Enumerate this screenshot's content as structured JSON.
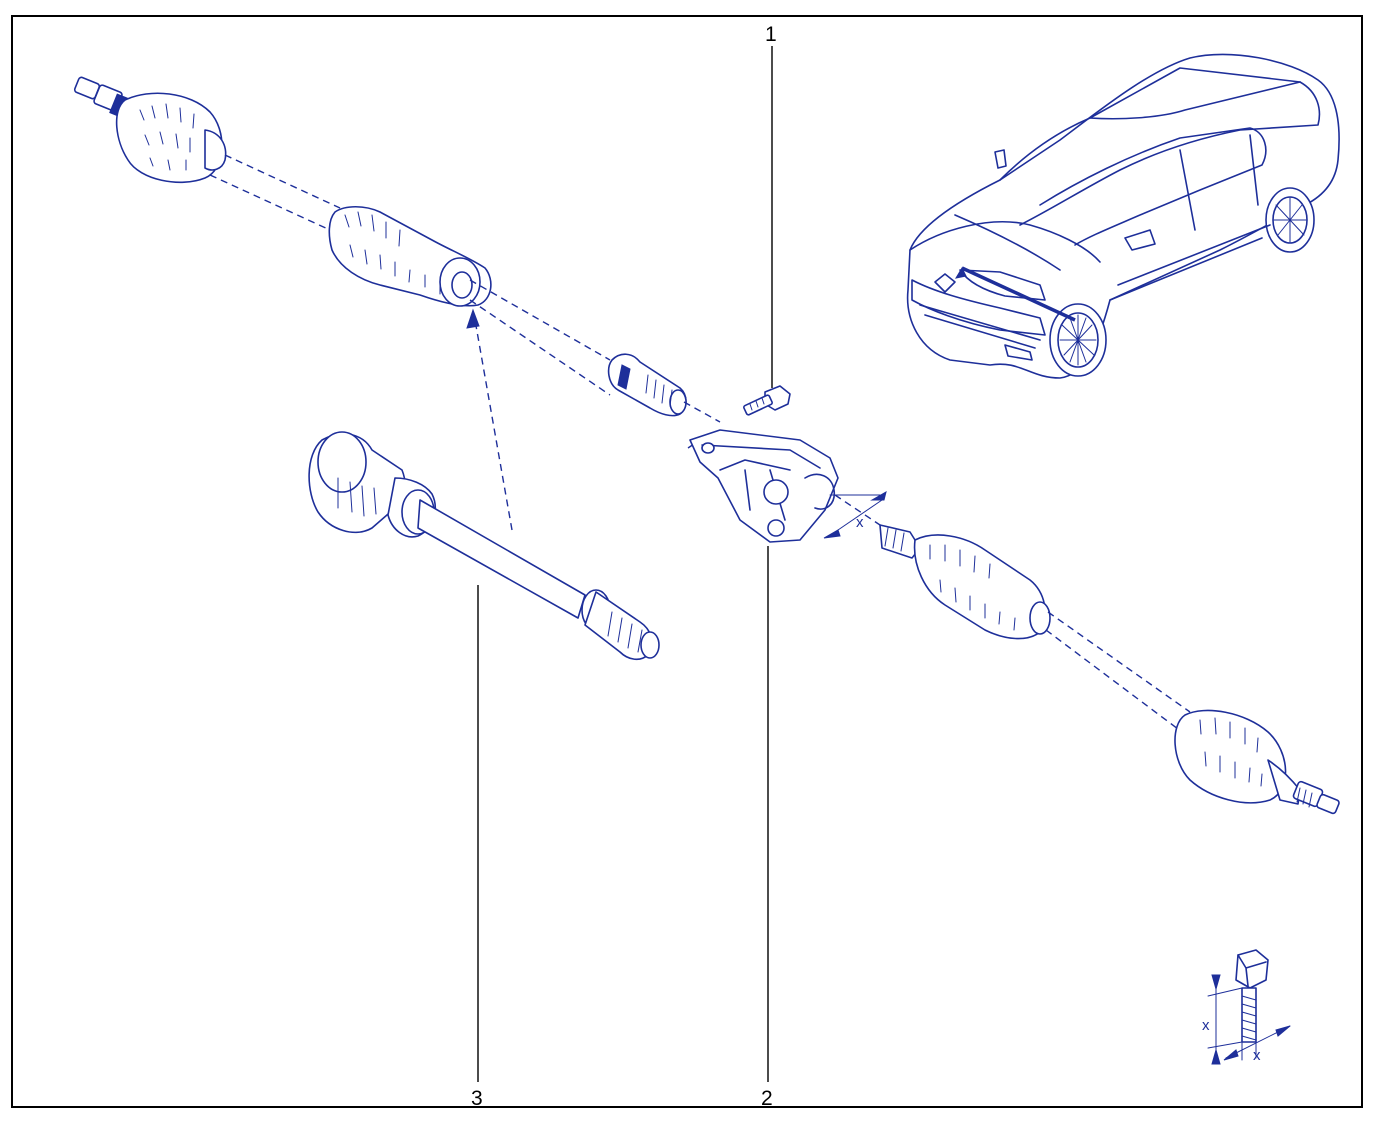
{
  "callouts": {
    "bolt": "1",
    "bracket": "2",
    "intermediate_shaft": "3"
  },
  "dimension_labels": {
    "bracket_x": "x",
    "bolt_x_length": "x",
    "bolt_x_diameter": "x"
  },
  "colors": {
    "drawing": "#1e2f9a",
    "frame": "#000000"
  }
}
